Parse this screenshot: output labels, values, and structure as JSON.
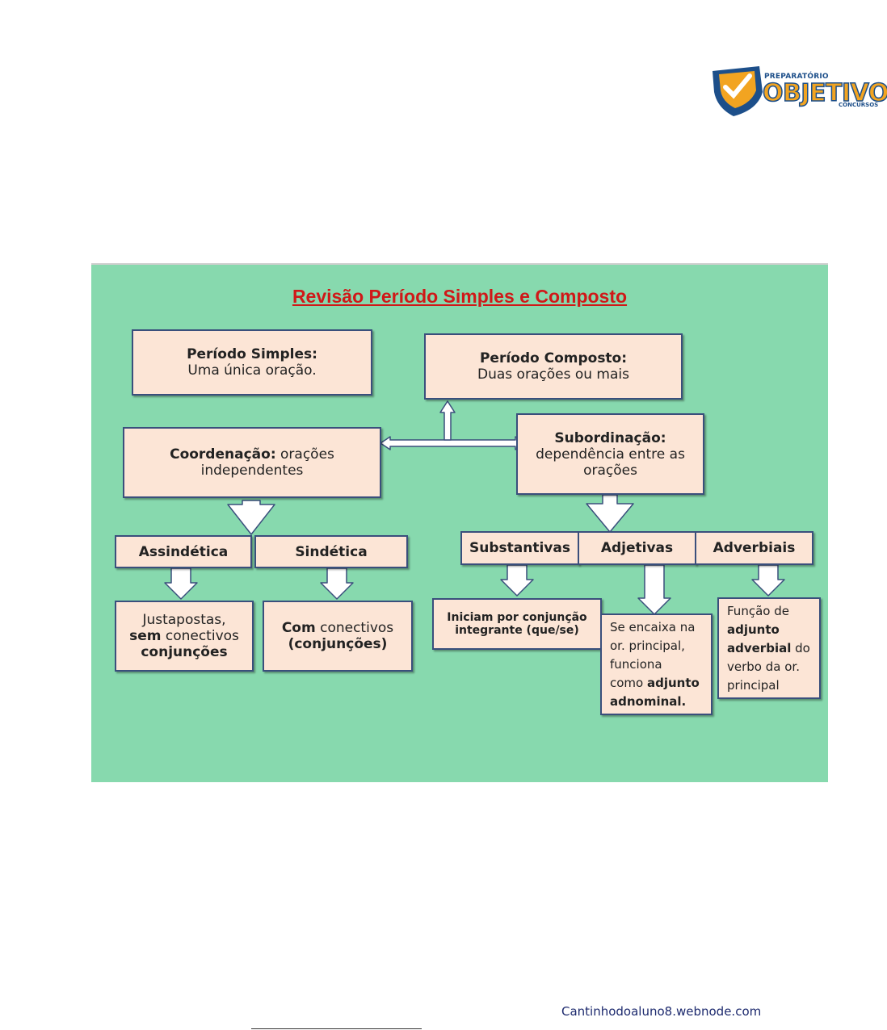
{
  "logo": {
    "line1": "PREPARATÓRIO",
    "line2": "OBJETIVO",
    "line3": "CONCURSOS",
    "colors": {
      "orange": "#f2a421",
      "blue": "#1d4f8a"
    }
  },
  "diagram": {
    "title": "Revisão Período Simples e Composto",
    "periodo_simples": {
      "head": "Período Simples:",
      "text": "Uma única oração."
    },
    "periodo_composto": {
      "head": "Período Composto:",
      "text": "Duas orações ou mais"
    },
    "coordenacao": {
      "head": "Coordenação:",
      "text1": " orações",
      "text2": "independentes"
    },
    "subordinacao": {
      "head": "Subordinação:",
      "text1": "dependência entre as",
      "text2": "orações"
    },
    "assindetica": "Assindética",
    "sindetica": "Sindética",
    "substantivas": "Substantivas",
    "adjetivas": "Adjetivas",
    "adverbiais": "Adverbiais",
    "justapostas": {
      "l1": "Justapostas,",
      "l2b": "sem",
      "l2": " conectivos",
      "l3b": "conjunções"
    },
    "com_conectivos": {
      "l1b": "Com",
      "l1": " conectivos",
      "l2b": "(conjunções)"
    },
    "iniciam": {
      "l1": "Iniciam por conjunção",
      "l2": "integrante (que/se)"
    },
    "se_encaixa": {
      "l1": "Se encaixa na",
      "l2": "or. principal,",
      "l3": "funciona",
      "l4": "como ",
      "l4b": "adjunto",
      "l5b": "adnominal."
    },
    "funcao": {
      "l1": "Função de",
      "l2b": "adjunto",
      "l3b": "adverbial",
      "l3": " do",
      "l4": "verbo da or.",
      "l5": "principal"
    },
    "footer": "Cantinhodoaluno8.webnode.com"
  },
  "colors": {
    "panel": "#87d9ae",
    "box": "#fce5d6",
    "border": "#3a4f7c",
    "title": "#d01818"
  }
}
